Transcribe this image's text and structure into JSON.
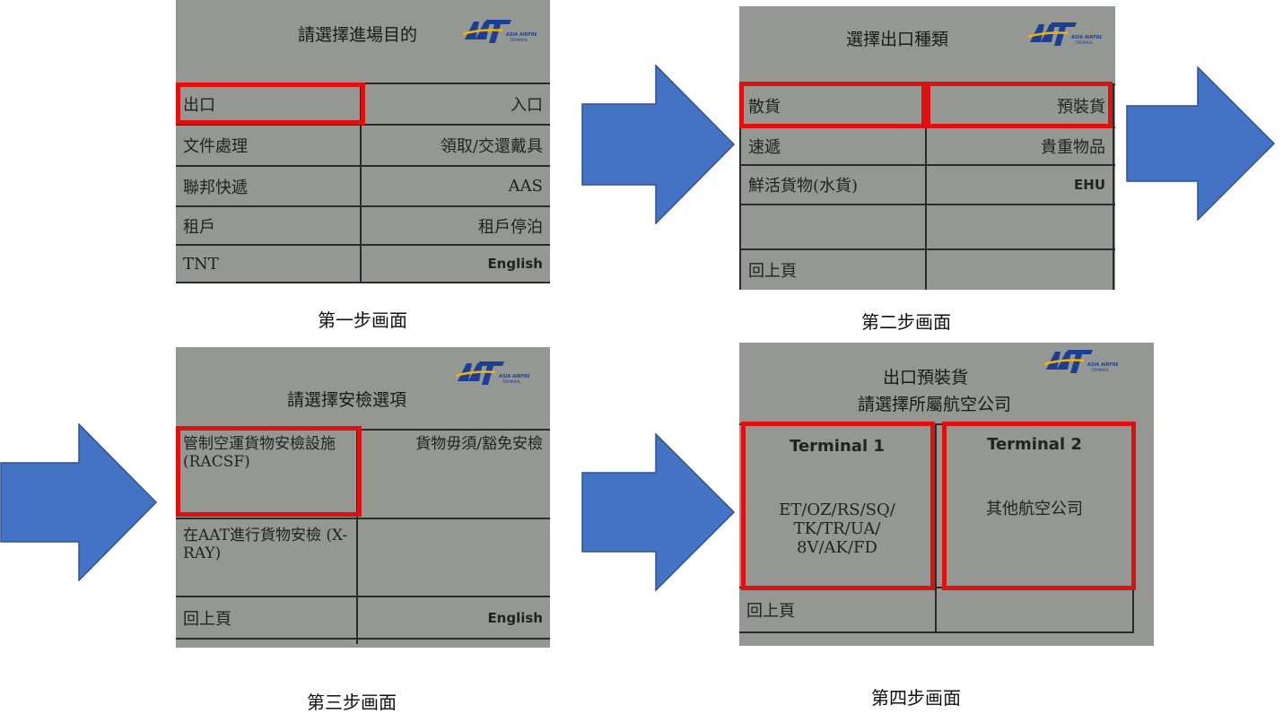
{
  "colors": {
    "screen_bg": "#959792",
    "highlight": "#e01010",
    "arrow": "#4472c4"
  },
  "step1": {
    "title": "請選擇進場目的",
    "logo_text": "AAT",
    "logo_sub": "ASIA AIRFREIGHT TERMINAL",
    "rows": [
      {
        "left": "出口",
        "right": "入口"
      },
      {
        "left": "文件處理",
        "right": "領取/交還戴具"
      },
      {
        "left": "聯邦快遞",
        "right": "AAS"
      },
      {
        "left": "租戶",
        "right": "租戶停泊"
      },
      {
        "left": "TNT",
        "right": "English"
      }
    ],
    "caption": "第一步画面"
  },
  "step2": {
    "title": "選擇出口種類",
    "rows": [
      {
        "left": "散貨",
        "right": "預裝貨"
      },
      {
        "left": "速遞",
        "right": "貴重物品"
      },
      {
        "left": "鮮活貨物(水貨)",
        "right": "EHU"
      },
      {
        "left": "",
        "right": ""
      },
      {
        "left": "回上頁",
        "right": ""
      }
    ],
    "caption": "第二步画面"
  },
  "step3": {
    "title": "請選擇安檢選項",
    "racsf": "管制空運貨物安檢設施 (RACSF)",
    "exempt": "貨物毋須/豁免安檢",
    "xray": "在AAT進行貨物安檢 (X-RAY)",
    "back": "回上頁",
    "english": "English",
    "caption": "第三步画面"
  },
  "step4": {
    "title_line1": "出口預裝貨",
    "title_line2": "請選擇所屬航空公司",
    "t1_label": "Terminal 1",
    "t1_airlines_1": "ET/OZ/RS/SQ/",
    "t1_airlines_2": "TK/TR/UA/",
    "t1_airlines_3": "8V/AK/FD",
    "t2_label": "Terminal 2",
    "t2_airlines": "其他航空公司",
    "back": "回上頁",
    "caption": "第四步画面"
  }
}
